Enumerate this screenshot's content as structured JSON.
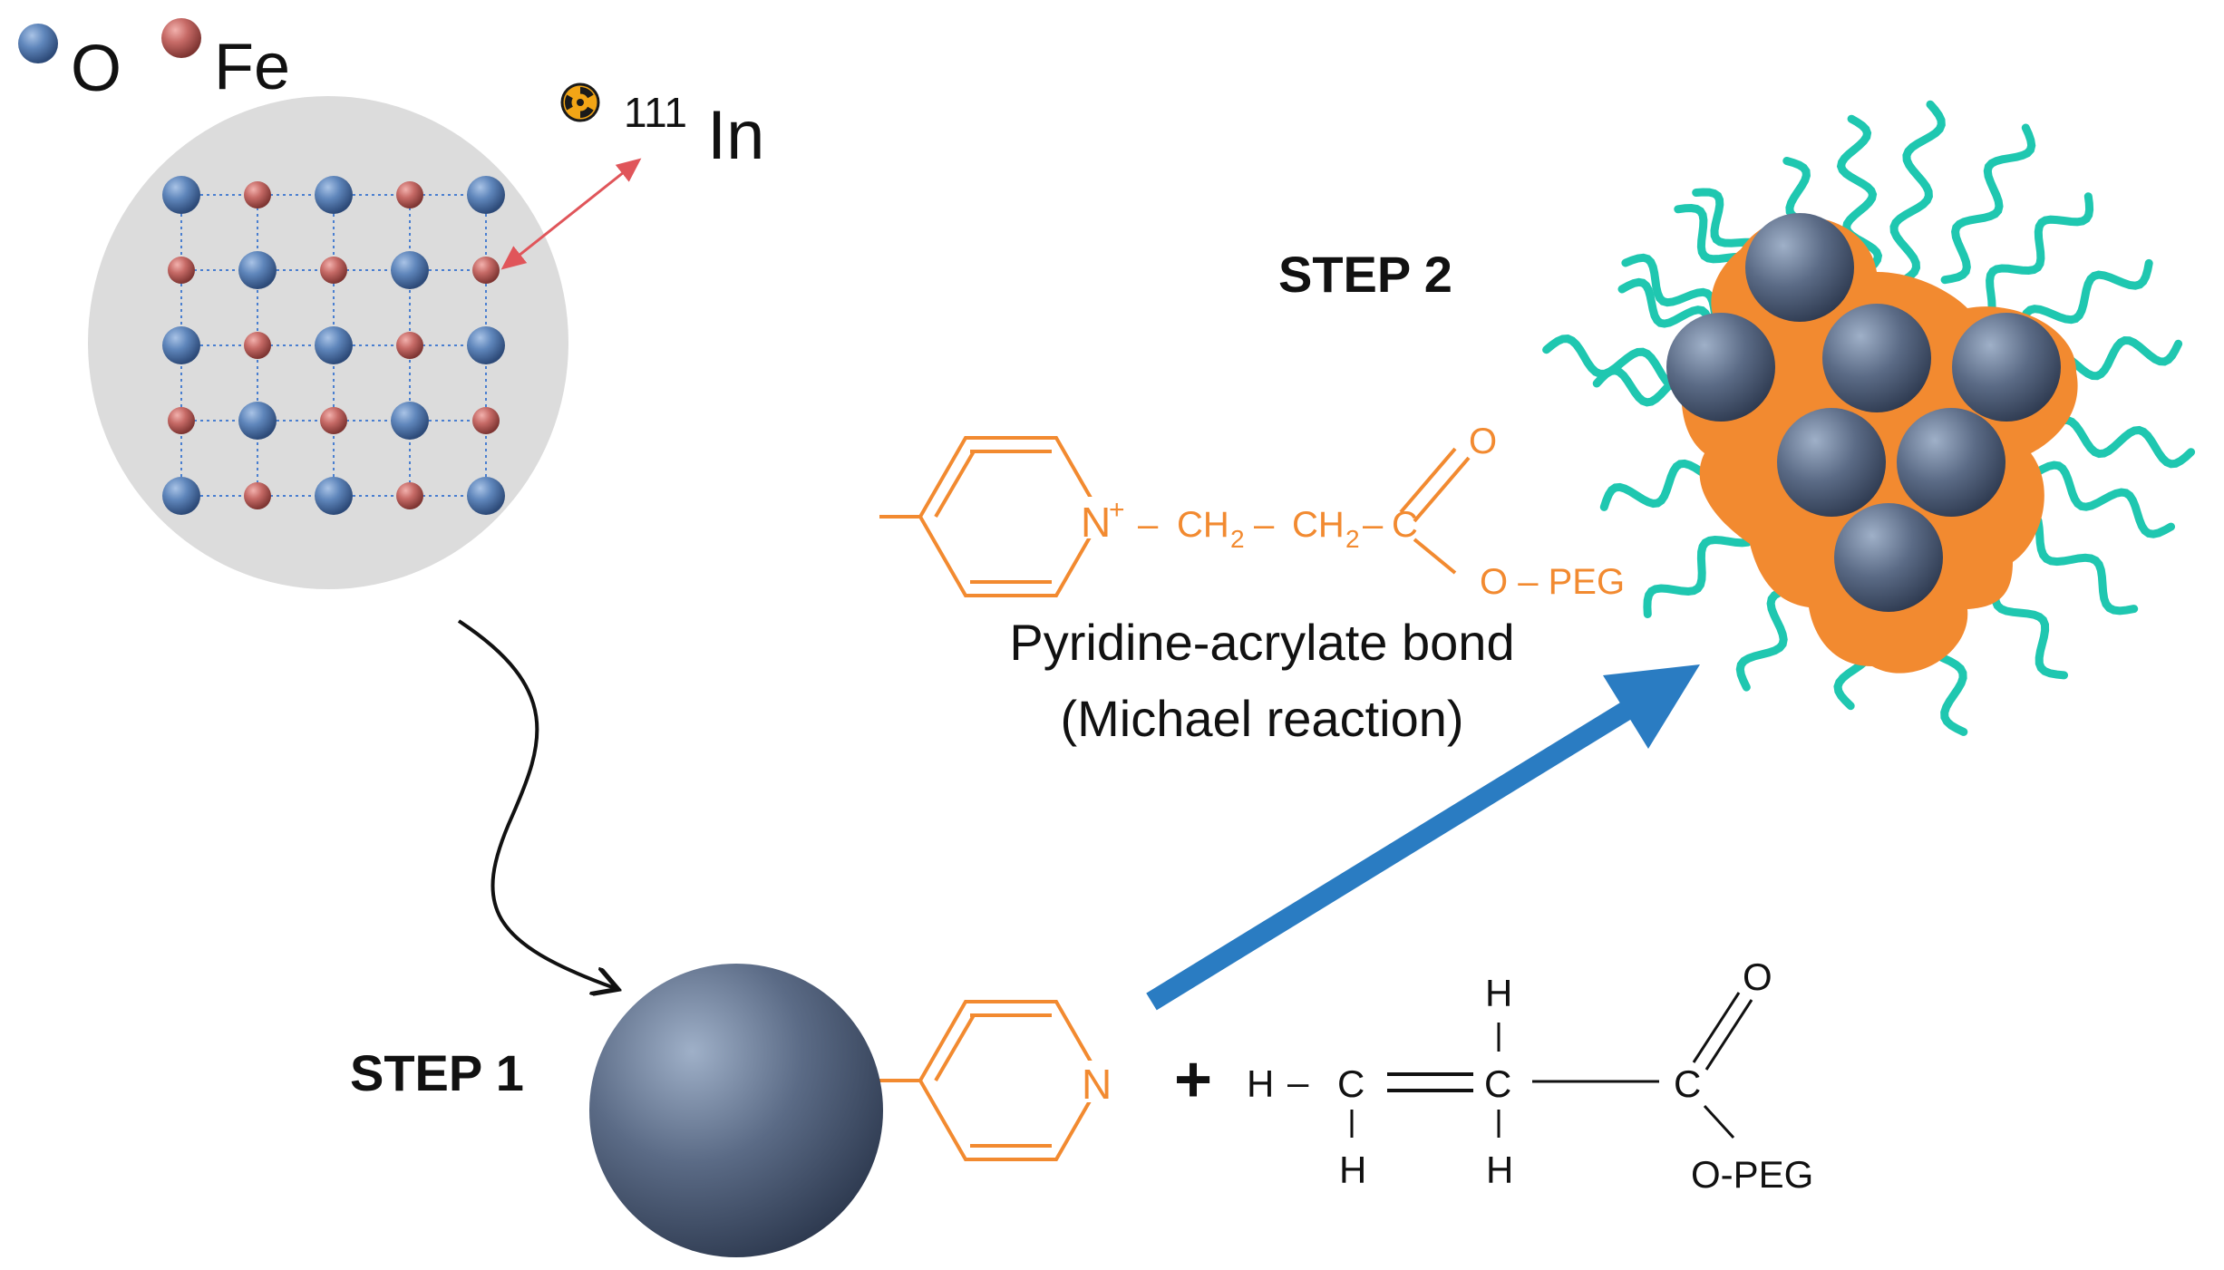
{
  "legend": {
    "oxygen_label": "O",
    "iron_label": "Fe",
    "oxygen_color": "#5a7fb0",
    "iron_color": "#c0605e"
  },
  "isotope": {
    "mass_number": "111",
    "symbol": "In",
    "icon": "radiation-icon"
  },
  "steps": {
    "step1": "STEP 1",
    "step2": "STEP 2"
  },
  "bond": {
    "n_plus": "N",
    "plus_charge": "+",
    "ch2_a": "CH",
    "ch2_b": "CH",
    "sub2": "2",
    "carbon": "C",
    "oxygen": "O",
    "o_peg": "O – PEG",
    "dash": "–",
    "caption_line1": "Pyridine-acrylate bond",
    "caption_line2": "(Michael reaction)"
  },
  "acrylate": {
    "h_left": "H",
    "dash": "–",
    "c1": "C",
    "c2": "C",
    "c3": "C",
    "h_top": "H",
    "h_bottom1": "H",
    "h_bottom2": "H",
    "o_top": "O",
    "o_peg": "O-PEG",
    "plus": "+"
  },
  "pyridine_n": "N",
  "colors": {
    "orange": "#f28a30",
    "blue_arrow": "#2a7cc2",
    "teal": "#1fc7b0",
    "sphere": "#56657e",
    "crystal_bg": "#dcdcdc",
    "grid_line": "#4a7fd0"
  }
}
